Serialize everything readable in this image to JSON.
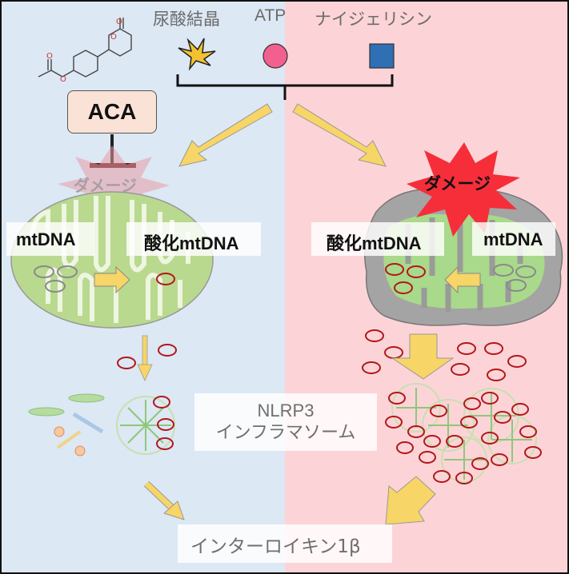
{
  "stimuli": {
    "uric_acid_crystal": "尿酸結晶",
    "atp": "ATP",
    "nigericin": "ナイジェリシン"
  },
  "inhibitor": {
    "label": "ACA"
  },
  "left": {
    "damage_label": "ダメージ",
    "mtdna_label": "mtDNA",
    "oxidized_mtdna_label": "酸化mtDNA"
  },
  "right": {
    "damage_label": "ダメージ",
    "oxidized_mtdna_label": "酸化mtDNA",
    "mtdna_label": "mtDNA"
  },
  "inflammasome": {
    "line1": "NLRP3",
    "line2": "インフラマソーム"
  },
  "output": {
    "label": "インターロイキン1β"
  },
  "colors": {
    "left_bg": "#dce8f4",
    "right_bg": "#fcd4d7",
    "arrow_fill": "#f7d566",
    "crystal_fill": "#f2c230",
    "atp_fill": "#f2608f",
    "nigericin_fill": "#2f6fb3",
    "mito_left": "#b9d98f",
    "mito_right": "#a9d98a",
    "damage_star": "#f52e3a",
    "oxidized_ring": "#b3171b"
  },
  "icons": [
    "molecule-structure-icon",
    "crystal-icon",
    "circle-icon",
    "square-icon"
  ]
}
